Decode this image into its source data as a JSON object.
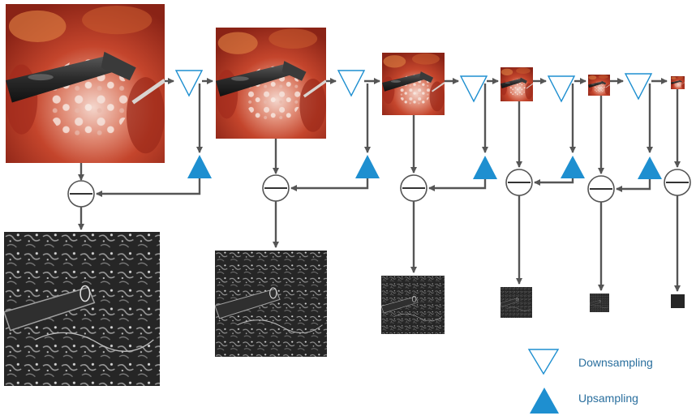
{
  "legend": {
    "downsampling_label": "Downsampling",
    "upsampling_label": "Upsampling",
    "downsampling_icon": "hollow-down-triangle",
    "upsampling_icon": "filled-up-triangle"
  },
  "colors": {
    "accent": "#1e8fd0",
    "arrow": "#555555",
    "legend_text": "#2a6f9e",
    "surgical_dark": "#6b1712",
    "surgical_mid": "#b83a26",
    "edge_map_bg": "#262626"
  },
  "pyramid_levels": [
    {
      "level": 0,
      "input": "surgical-image",
      "output": "edge-map"
    },
    {
      "level": 1,
      "input": "surgical-image",
      "output": "edge-map"
    },
    {
      "level": 2,
      "input": "surgical-image",
      "output": "edge-map"
    },
    {
      "level": 3,
      "input": "surgical-image",
      "output": "edge-map"
    },
    {
      "level": 4,
      "input": "surgical-image",
      "output": "edge-map"
    },
    {
      "level": 5,
      "input": "surgical-image",
      "output": null
    }
  ]
}
